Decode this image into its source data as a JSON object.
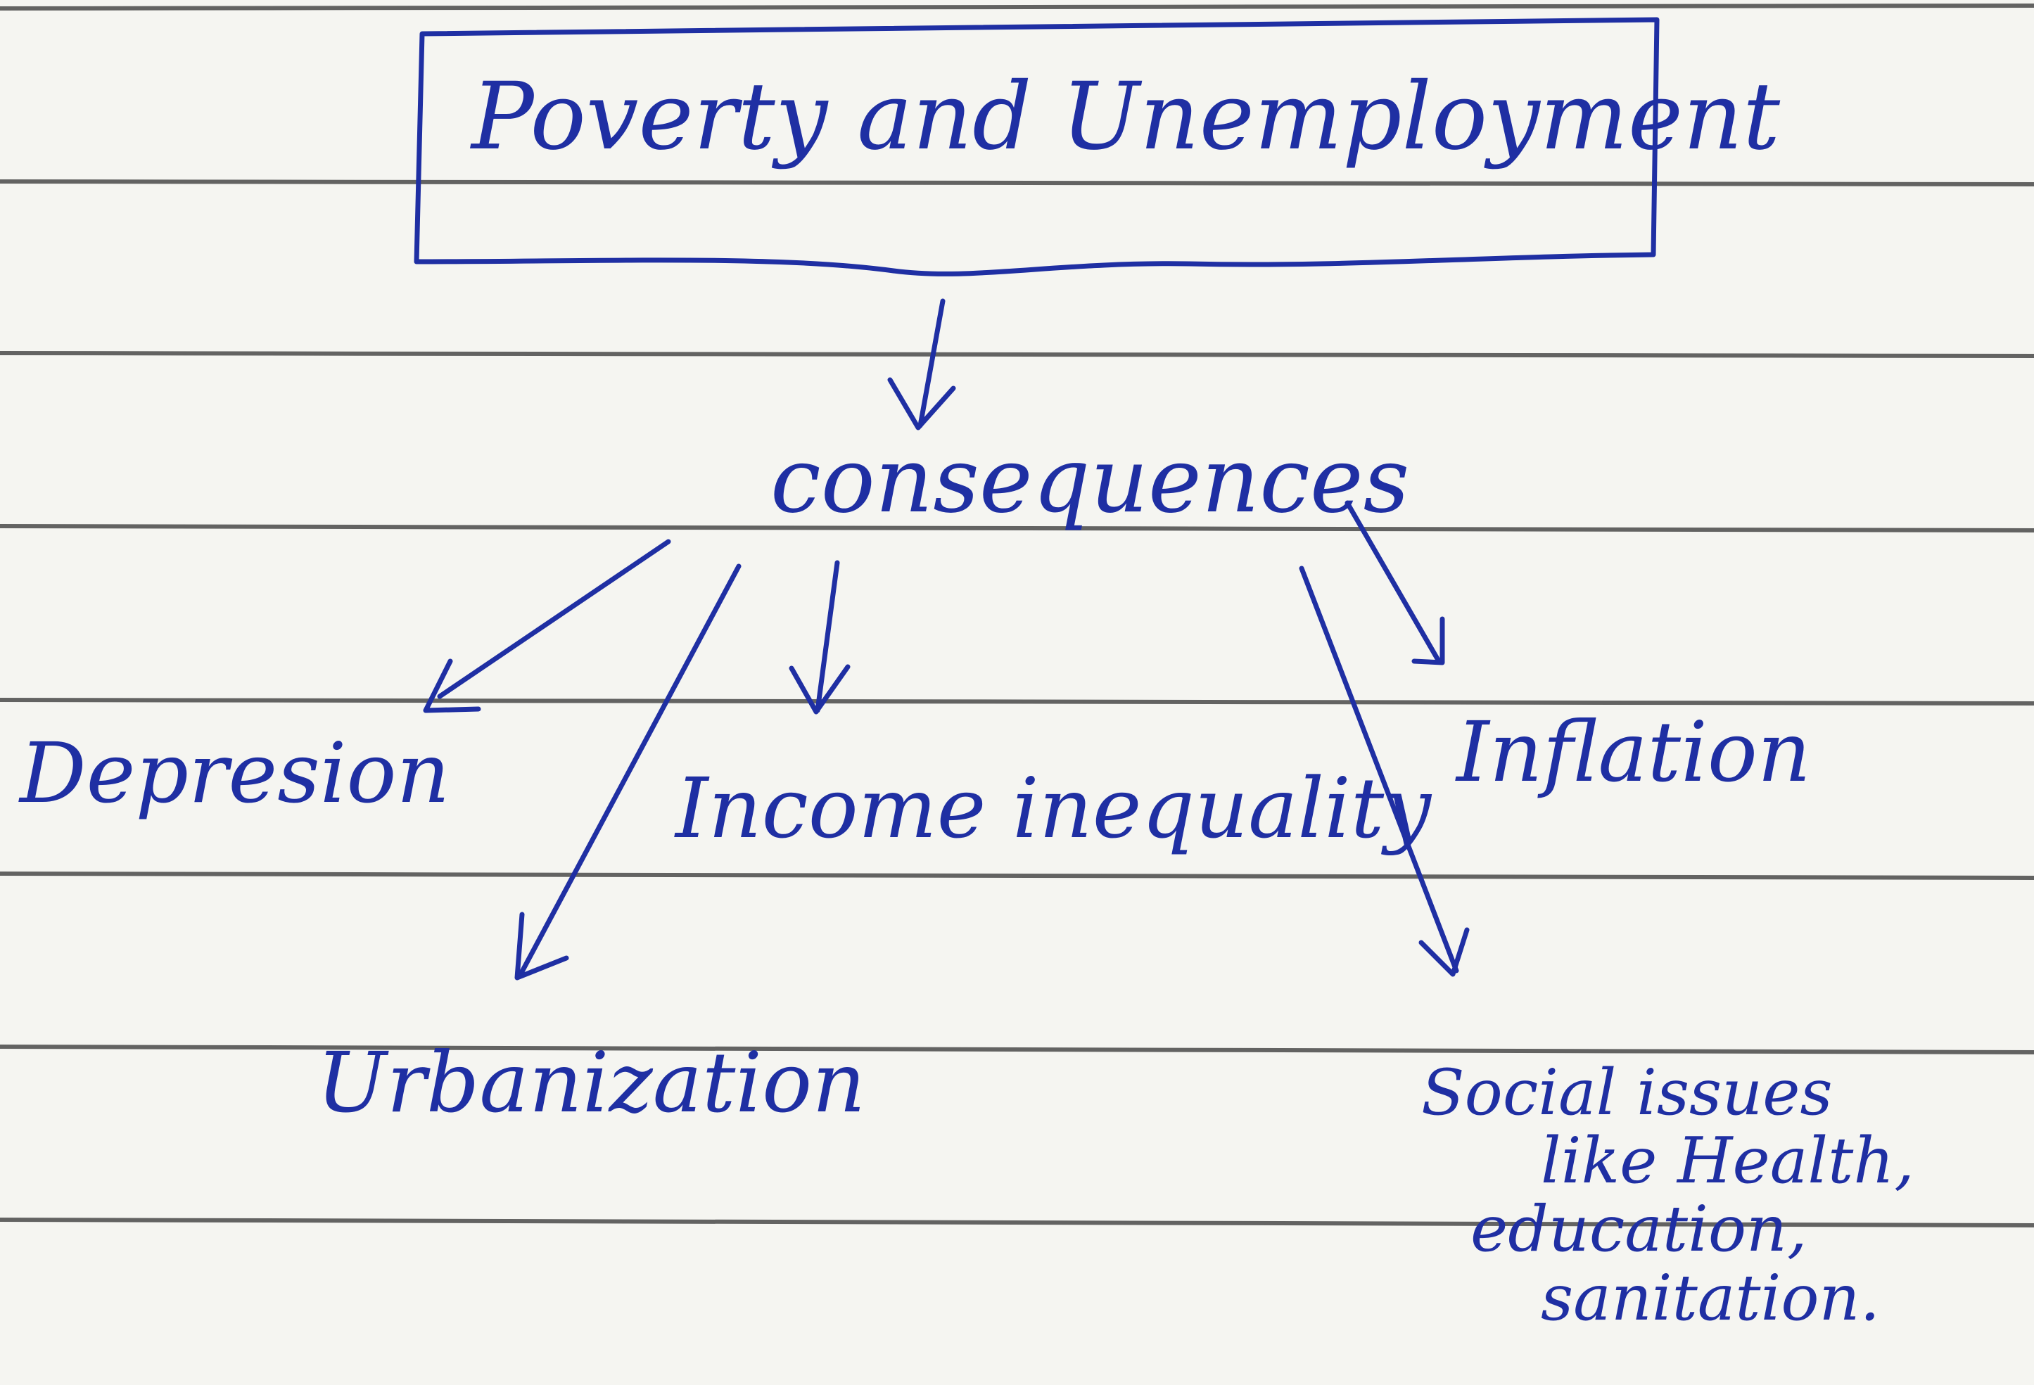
{
  "diagram": {
    "title": "Poverty and Unemployment",
    "center": "consequences",
    "branches": {
      "depression": "Depresion",
      "income_inequality": "Income inequality",
      "inflation": "Inflation",
      "urbanization": "Urbanization",
      "social_issues": {
        "line1": "Social issues",
        "line2": "like Health,",
        "line3": "education,",
        "line4": "sanitation."
      }
    }
  },
  "colors": {
    "ink": "#1f2fa3",
    "paper": "#f5f5f1",
    "ruling": "#4a4a4a"
  }
}
